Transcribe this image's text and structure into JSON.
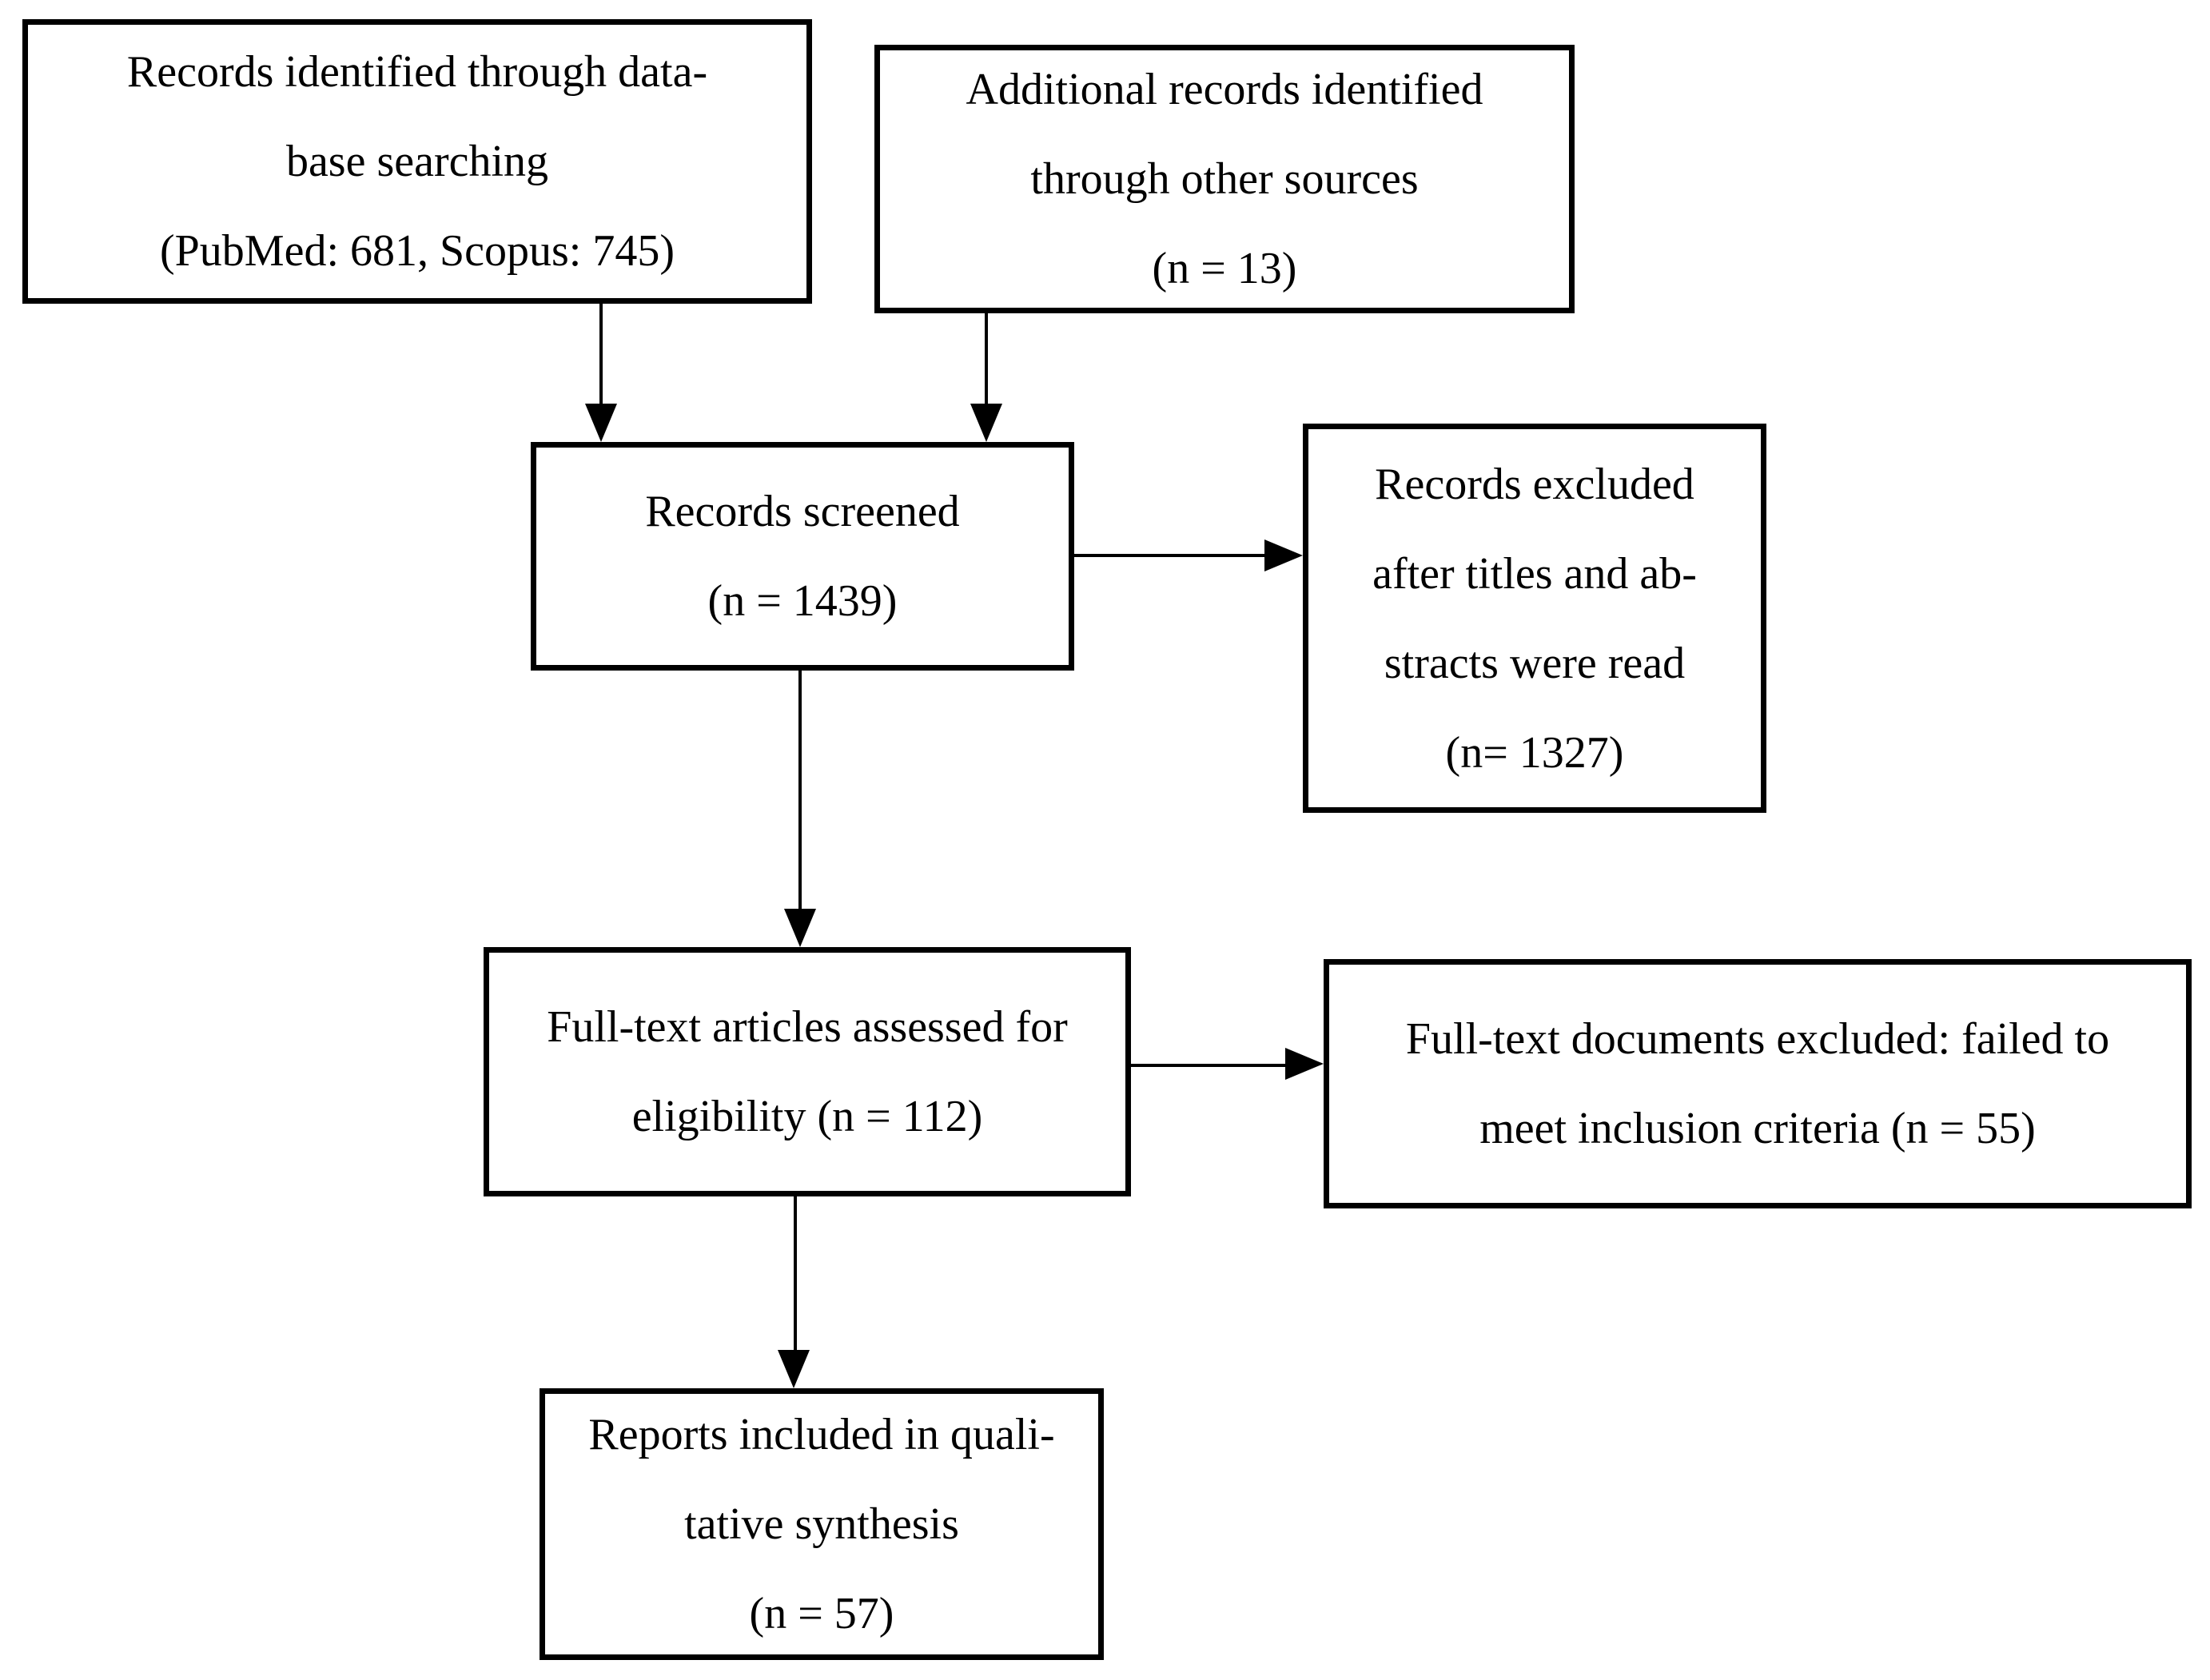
{
  "diagram": {
    "type": "prisma-flow-diagram",
    "background_color": "#ffffff",
    "line_color": "#000000",
    "boxes": [
      {
        "id": "identification-database",
        "lines": [
          "Records identified through data-",
          "base searching",
          "(PubMed: 681, Scopus: 745)"
        ]
      },
      {
        "id": "identification-other",
        "lines": [
          "Additional records identified",
          "through other sources",
          "(n = 13)"
        ]
      },
      {
        "id": "screening",
        "lines": [
          "Records screened",
          "(n = 1439)"
        ]
      },
      {
        "id": "excluded-titles-abstracts",
        "lines": [
          "Records excluded",
          "after titles and ab-",
          "stracts were read",
          "(n= 1327)"
        ]
      },
      {
        "id": "fulltext-assessed",
        "lines": [
          "Full-text articles assessed for",
          "eligibility (n = 112)"
        ]
      },
      {
        "id": "fulltext-excluded",
        "lines": [
          "Full-text documents excluded: failed to",
          "meet inclusion criteria (n = 55)"
        ]
      },
      {
        "id": "included-qualitative",
        "lines": [
          "Reports included in quali-",
          "tative synthesis",
          "(n = 57)"
        ]
      }
    ],
    "connections": [
      {
        "from": "identification-database",
        "to": "screening",
        "direction": "down"
      },
      {
        "from": "identification-other",
        "to": "screening",
        "direction": "down"
      },
      {
        "from": "screening",
        "to": "excluded-titles-abstracts",
        "direction": "right"
      },
      {
        "from": "screening",
        "to": "fulltext-assessed",
        "direction": "down"
      },
      {
        "from": "fulltext-assessed",
        "to": "fulltext-excluded",
        "direction": "right"
      },
      {
        "from": "fulltext-assessed",
        "to": "included-qualitative",
        "direction": "down"
      }
    ]
  }
}
